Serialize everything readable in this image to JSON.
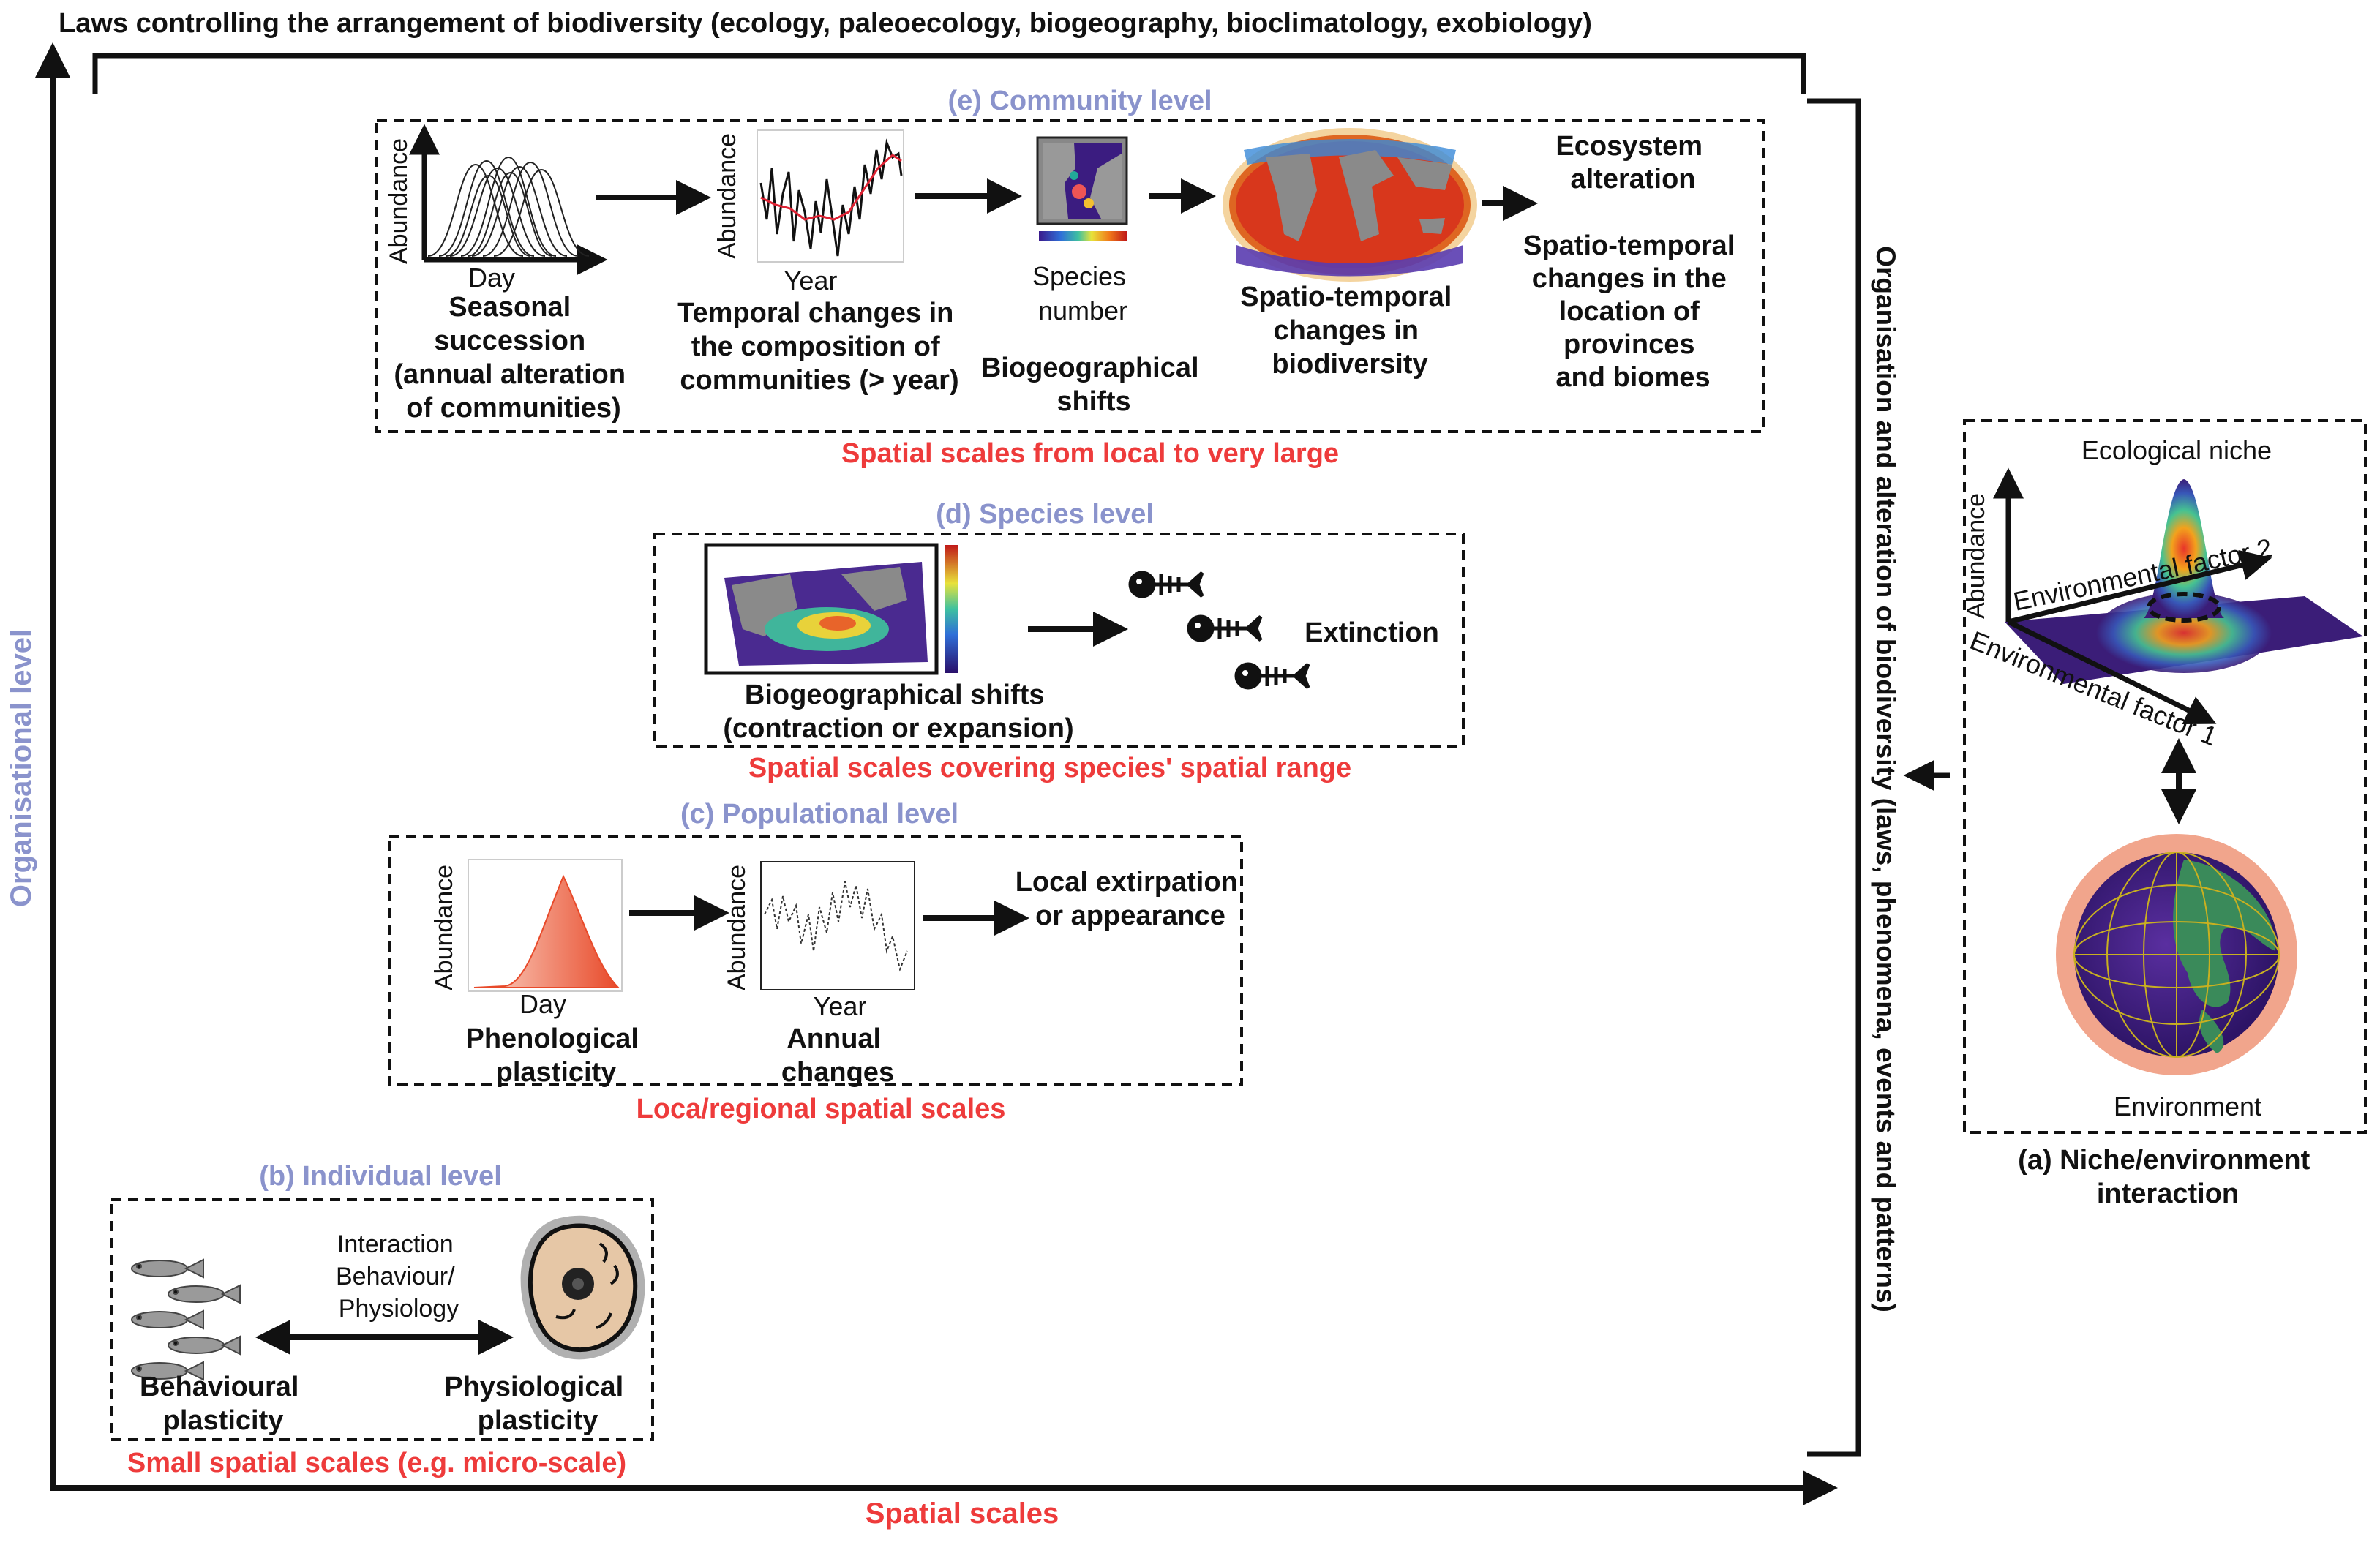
{
  "top_title": "Laws controlling the arrangement of biodiversity (ecology, paleoecology, biogeography, bioclimatology, exobiology)",
  "axes": {
    "y_label": "Organisational level",
    "x_label": "Spatial scales",
    "right_label": "Organisation and alteration of biodiversity (laws, phenomena, events and patterns)"
  },
  "community": {
    "title": "(e) Community level",
    "scale": "Spatial scales from local to very large",
    "p1_ylabel": "Abundance",
    "p1_xlabel": "Day",
    "p1_caption": [
      "Seasonal",
      "succession",
      "(annual alteration",
      "of communities)"
    ],
    "p2_ylabel": "Abundance",
    "p2_xlabel": "Year",
    "p2_caption": [
      "Temporal changes in",
      "the composition of",
      "communities (> year)"
    ],
    "p3_label": [
      "Species",
      "number"
    ],
    "p3_caption": [
      "Biogeographical",
      "shifts"
    ],
    "p4_caption": [
      "Spatio-temporal",
      "changes in",
      "biodiversity"
    ],
    "ecosystem": [
      "Ecosystem",
      "alteration"
    ],
    "spatio": [
      "Spatio-temporal",
      "changes in the",
      "location of",
      "provinces",
      "and biomes"
    ]
  },
  "species": {
    "title": "(d) Species level",
    "scale": "Spatial scales covering species' spatial range",
    "caption": [
      "Biogeographical shifts",
      "(contraction or expansion)"
    ],
    "extinction": "Extinction"
  },
  "population": {
    "title": "(c) Populational level",
    "scale": "Loca/regional spatial scales",
    "p1_ylabel": "Abundance",
    "p1_xlabel": "Day",
    "p1_caption": [
      "Phenological",
      "plasticity"
    ],
    "p2_ylabel": "Abundance",
    "p2_xlabel": "Year",
    "p2_caption": [
      "Annual",
      "changes"
    ],
    "outcome": [
      "Local extirpation",
      "or appearance"
    ]
  },
  "individual": {
    "title": "(b) Individual level",
    "scale": "Small spatial scales (e.g. micro-scale)",
    "interaction": [
      "Interaction",
      "Behaviour/",
      "Physiology"
    ],
    "left_caption": [
      "Behavioural",
      "plasticity"
    ],
    "right_caption": [
      "Physiological",
      "plasticity"
    ]
  },
  "niche": {
    "title": "Ecological niche",
    "ylabel": "Abundance",
    "factor2": "Environmental factor 2",
    "factor1": "Environmental factor 1",
    "environment": "Environment",
    "caption": [
      "(a) Niche/environment",
      "interaction"
    ]
  },
  "colors": {
    "level_title": "#8a93cc",
    "scale_text": "#ee3b3b",
    "arrow": "#111111"
  }
}
